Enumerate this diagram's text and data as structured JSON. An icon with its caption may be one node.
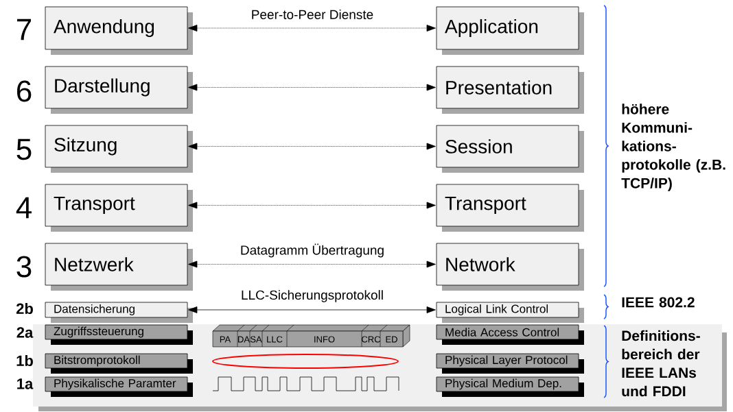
{
  "diagram": {
    "nodes": [
      {
        "text": [
          "Anwendung"
        ]
      },
      {
        "text": [
          "Darstellung"
        ]
      },
      {
        "text": [
          "Sitzung"
        ]
      },
      {
        "text": [
          "Transport"
        ]
      },
      {
        "text": [
          "Netzwerk"
        ]
      },
      {
        "text": [
          "Datensicherung"
        ]
      },
      {
        "text": [
          "Zugriffssteuerung"
        ]
      },
      {
        "text": [
          "Bitstromprotokoll"
        ]
      },
      {
        "text": [
          "Physikalische Paramter"
        ]
      },
      {
        "text": [
          "Application"
        ]
      },
      {
        "text": [
          "Presentation"
        ]
      },
      {
        "text": [
          "Session"
        ]
      },
      {
        "text": [
          "Transport"
        ]
      },
      {
        "text": [
          "Network"
        ]
      },
      {
        "text": [
          "Logical Link Control"
        ]
      },
      {
        "text": [
          "Media Access Control"
        ]
      },
      {
        "text": [
          "Physical Layer Protocol"
        ]
      },
      {
        "text": [
          "Physical Medium Dep."
        ]
      }
    ],
    "edges": [
      {
        "from": 0,
        "to": 9,
        "arrow": "both",
        "style": "dashed",
        "label": "Peer-to-Peer Dienste"
      },
      {
        "from": 1,
        "to": 10,
        "arrow": "both",
        "style": "dashed"
      },
      {
        "from": 2,
        "to": 11,
        "arrow": "both",
        "style": "dashed"
      },
      {
        "from": 3,
        "to": 12,
        "arrow": "both",
        "style": "dashed"
      },
      {
        "from": 4,
        "to": 13,
        "arrow": "both",
        "style": "dashed",
        "label": "Datagramm Übertragung"
      },
      {
        "from": 5,
        "to": 14,
        "arrow": "both",
        "label": "LLC-Sicherungsprotokoll"
      }
    ],
    "labels": [
      "7",
      "6",
      "5",
      "4",
      "3",
      "2b",
      "2a",
      "1b",
      "1a",
      "PA",
      "DA",
      "SA",
      "LLC",
      "INFO",
      "CRC",
      "ED",
      "höhere Kommuni- kations- protokolle (z.B. TCP/IP)",
      "IEEE 802.2",
      "Definitions- bereich der IEEE LANs und FDDI"
    ]
  }
}
